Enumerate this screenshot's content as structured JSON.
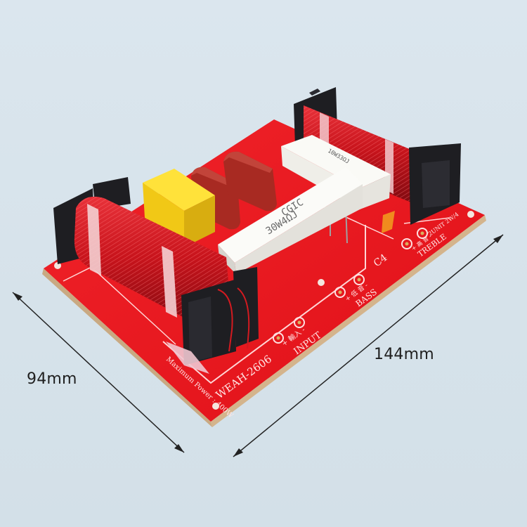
{
  "product": {
    "type": "speaker crossover PCB",
    "model": "WEAH-2606"
  },
  "dimensions": {
    "width_label": "94mm",
    "length_label": "144mm"
  },
  "silkscreen": {
    "model": "WEAH-2606",
    "max_power": "Maximum  Power : 400W",
    "input_label": "INPUT",
    "input_cn": "+ 輸入 -",
    "bass_label": "BASS",
    "bass_cn": "+ 低 音 -",
    "treble_label": "TREBLE",
    "treble_cn": "+ 高 音 -",
    "cap_ref": "C4",
    "treble_spec": "2UNIT 2W/4"
  },
  "components": {
    "resistor_front_text_1": "CGIC",
    "resistor_front_text_2": "30W4ΩJ",
    "resistor_back_text": "10W33ΩJ"
  },
  "colors": {
    "background": "#d9e5ec",
    "pcb_red": "#e8141c",
    "pcb_edge": "#c9a982",
    "coil_red": "#c8141c",
    "bobbin_black": "#1e1e22",
    "resistor_white": "#f2f2ee",
    "cap_yellow": "#f5d21a",
    "cap_brown": "#a82a22",
    "arrow": "#222222"
  }
}
